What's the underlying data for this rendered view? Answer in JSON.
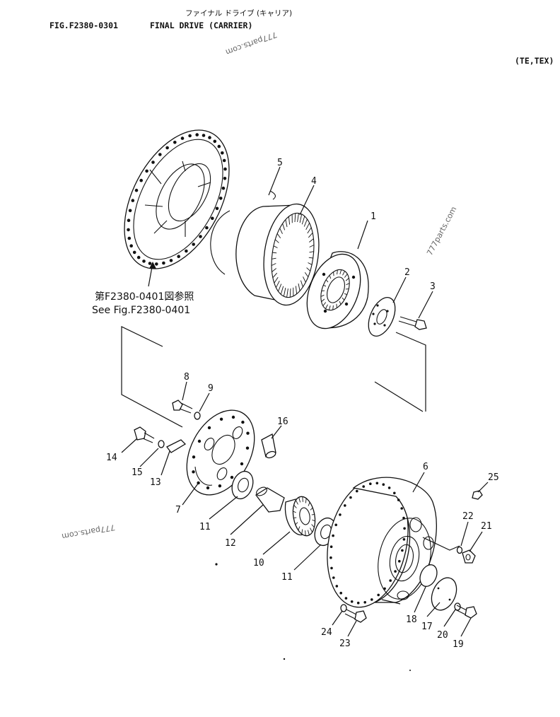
{
  "header": {
    "japanese_title": "ファイナル ドライブ (キャリア)",
    "figure_id": "FIG.F2380-0301",
    "title": "FINAL DRIVE (CARRIER)",
    "model_note": "(TE,TEX)"
  },
  "reference": {
    "japanese": "第F2380-0401図参照",
    "english": "See Fig.F2380-0401"
  },
  "watermarks": [
    "777parts.com",
    "777parts.com",
    "777parts.com"
  ],
  "callouts": [
    "1",
    "2",
    "3",
    "4",
    "5",
    "6",
    "7",
    "8",
    "9",
    "10",
    "11",
    "11",
    "12",
    "13",
    "14",
    "15",
    "16",
    "17",
    "18",
    "19",
    "20",
    "21",
    "22",
    "23",
    "24",
    "25"
  ]
}
